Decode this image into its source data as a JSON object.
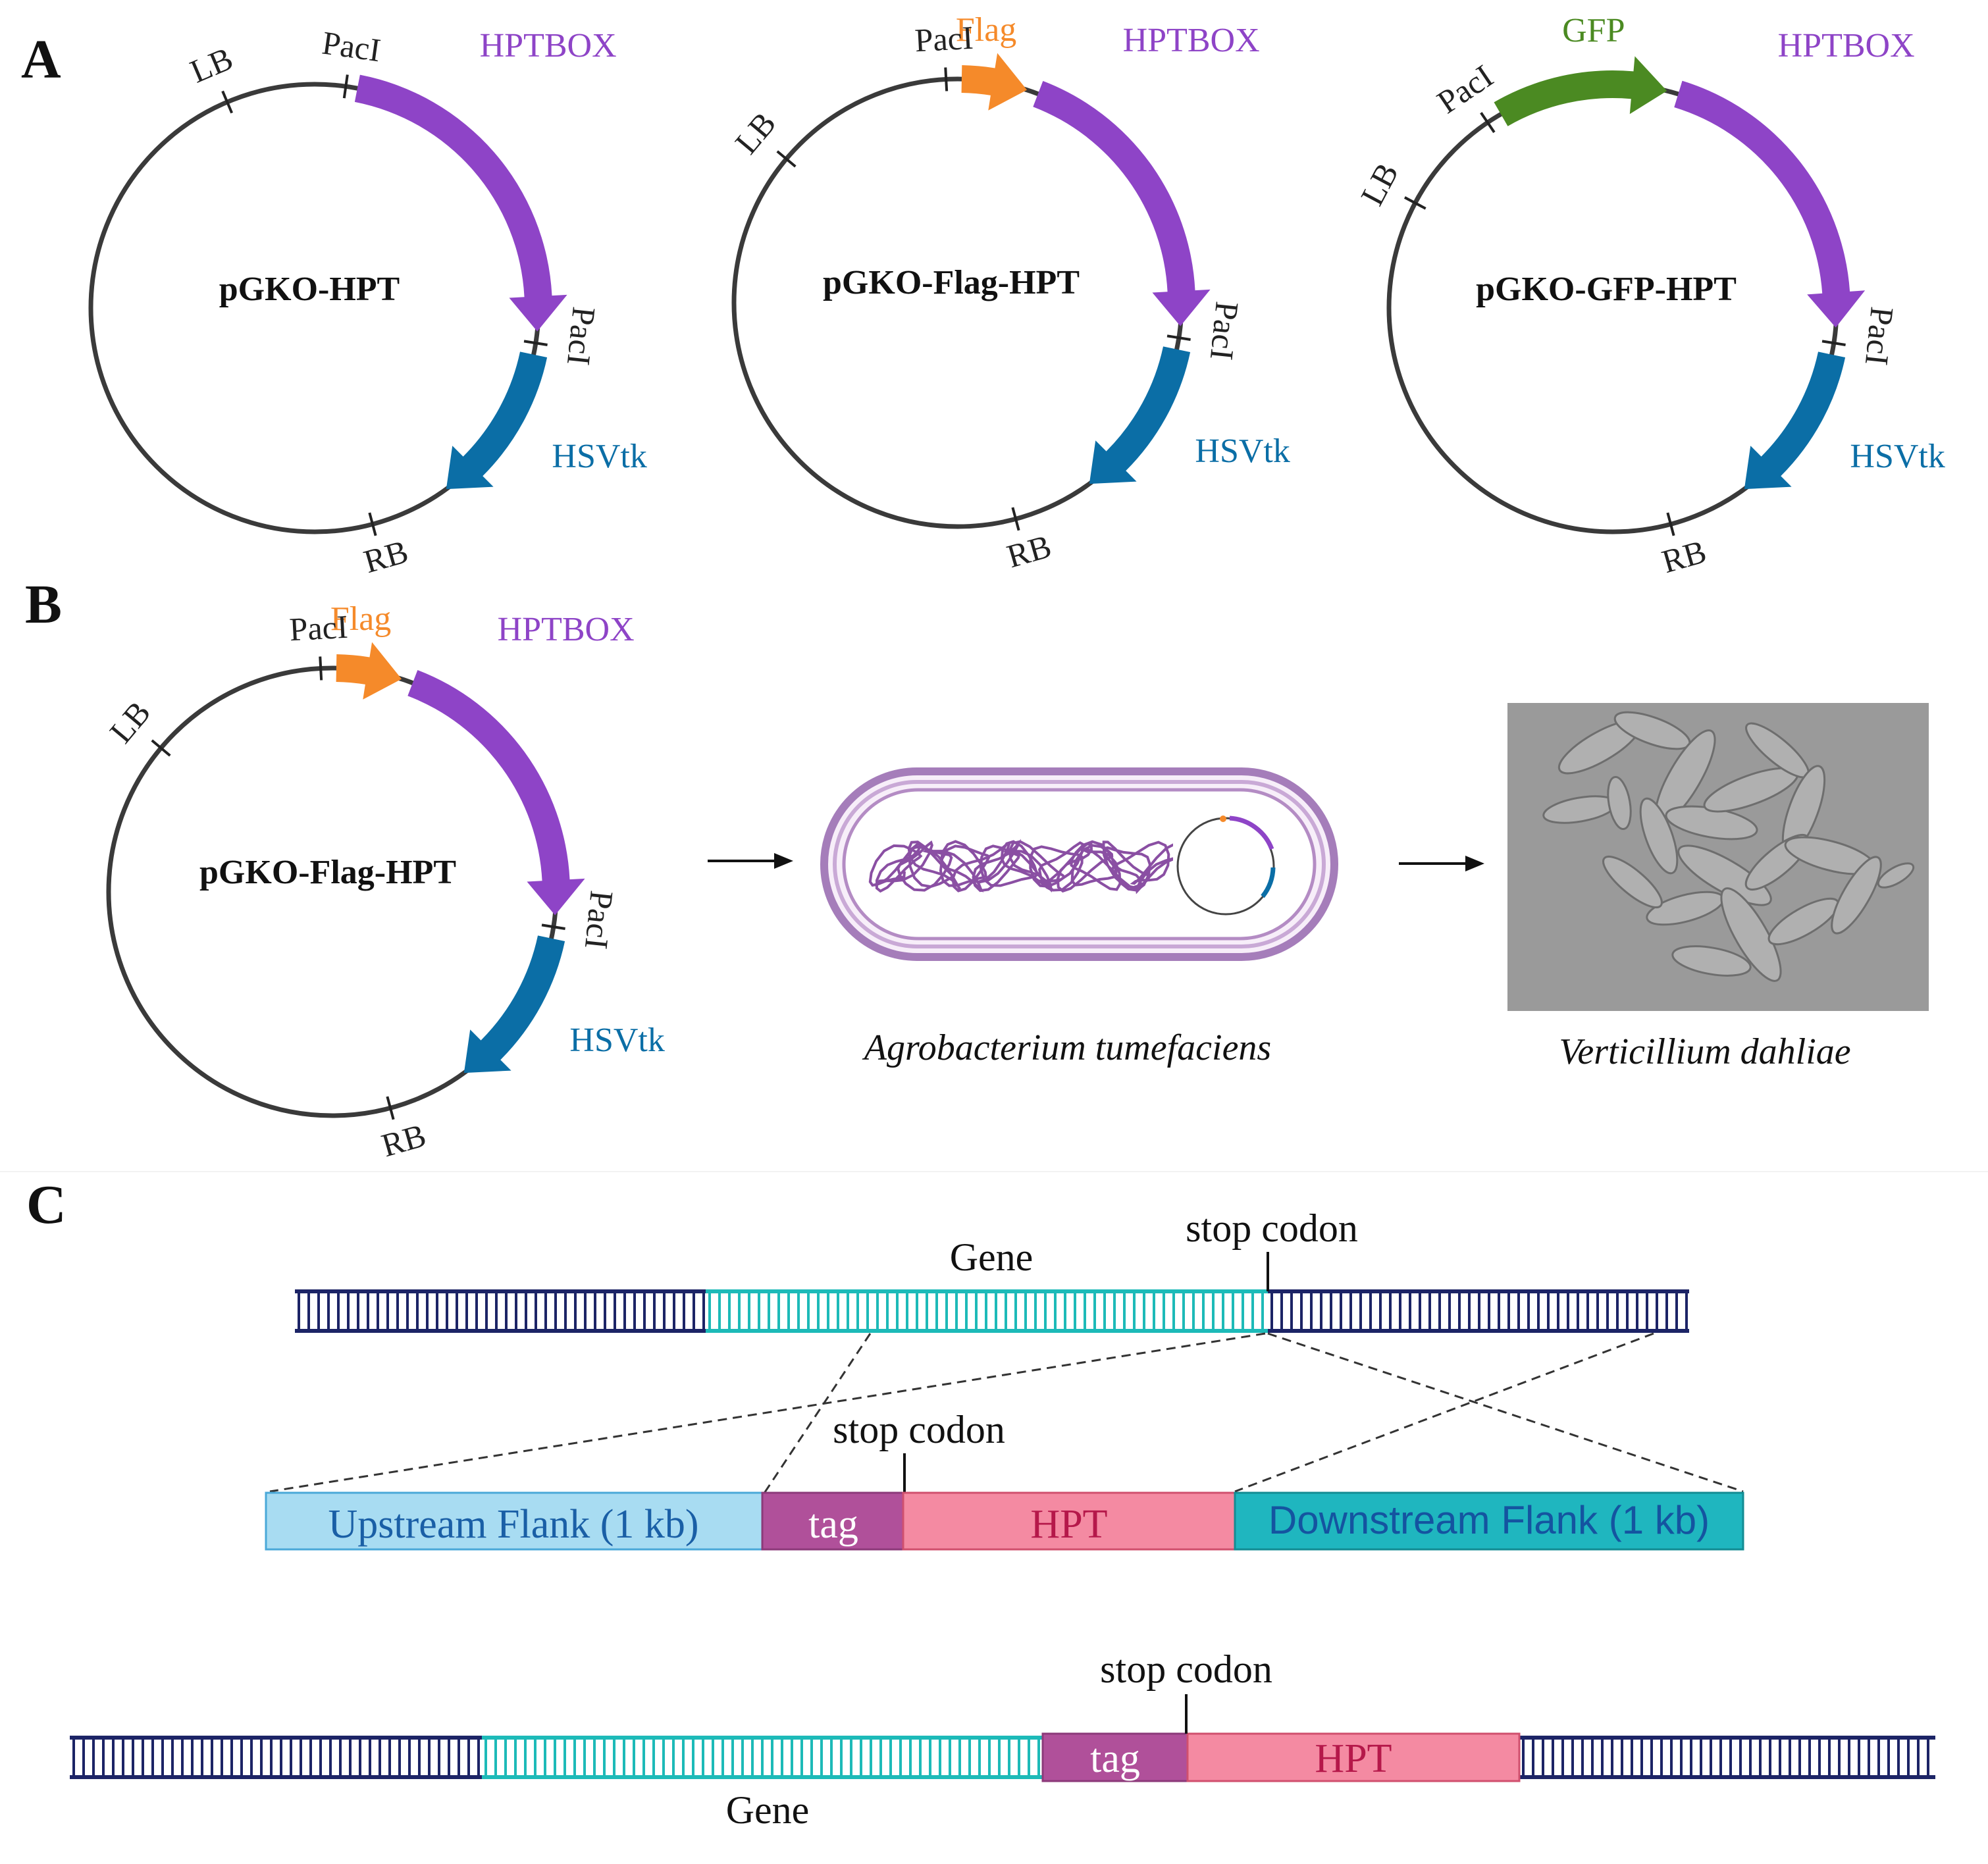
{
  "colors": {
    "backbone": "#3a3a3a",
    "hptbox": "#8e44c7",
    "hsvtk": "#0b6ea6",
    "flag": "#f58a2a",
    "gfp": "#4b8a22",
    "dna_dark": "#1c2466",
    "dna_gene": "#1dbab8",
    "upstream_fill": "#a8dcf2",
    "upstream_text": "#1a5fa6",
    "tag_fill": "#b0509a",
    "hpt_fill": "#f48aa2",
    "hpt_text": "#b5184a",
    "downstream_fill": "#1fb6bf",
    "downstream_text": "#1454a0",
    "bacterium_wall": "#a57dba",
    "dna_coil": "#8a4fa3"
  },
  "panels": {
    "A": {
      "letter": "A",
      "plasmids": [
        {
          "name": "pGKO-HPT",
          "sites": {
            "lb": "LB",
            "paci_top": "PacI",
            "paci_right": "PacI",
            "rb": "RB"
          },
          "features": {
            "hptbox": "HPTBOX",
            "hsvtk": "HSVtk"
          }
        },
        {
          "name": "pGKO-Flag-HPT",
          "sites": {
            "lb": "LB",
            "paci_top": "PacI",
            "paci_right": "PacI",
            "rb": "RB"
          },
          "features": {
            "tag": "Flag",
            "hptbox": "HPTBOX",
            "hsvtk": "HSVtk"
          }
        },
        {
          "name": "pGKO-GFP-HPT",
          "sites": {
            "lb": "LB",
            "paci_top": "PacI",
            "paci_right": "PacI",
            "rb": "RB"
          },
          "features": {
            "tag": "GFP",
            "hptbox": "HPTBOX",
            "hsvtk": "HSVtk"
          }
        }
      ]
    },
    "B": {
      "letter": "B",
      "plasmid": {
        "name": "pGKO-Flag-HPT",
        "sites": {
          "lb": "LB",
          "paci_top": "PacI",
          "paci_right": "PacI",
          "rb": "RB"
        },
        "features": {
          "tag": "Flag",
          "hptbox": "HPTBOX",
          "hsvtk": "HSVtk"
        }
      },
      "host": "Agrobacterium tumefaciens",
      "target": "Verticillium dahliae"
    },
    "C": {
      "letter": "C",
      "genome_top": {
        "gene_label": "Gene",
        "stop_label": "stop codon"
      },
      "cassette": {
        "stop_label": "stop codon",
        "upstream": "Upstream Flank (1 kb)",
        "tag": "tag",
        "hpt": "HPT",
        "downstream": "Downstream Flank (1 kb)"
      },
      "genome_bottom": {
        "gene_label": "Gene",
        "stop_label": "stop codon",
        "tag": "tag",
        "hpt": "HPT"
      }
    }
  }
}
